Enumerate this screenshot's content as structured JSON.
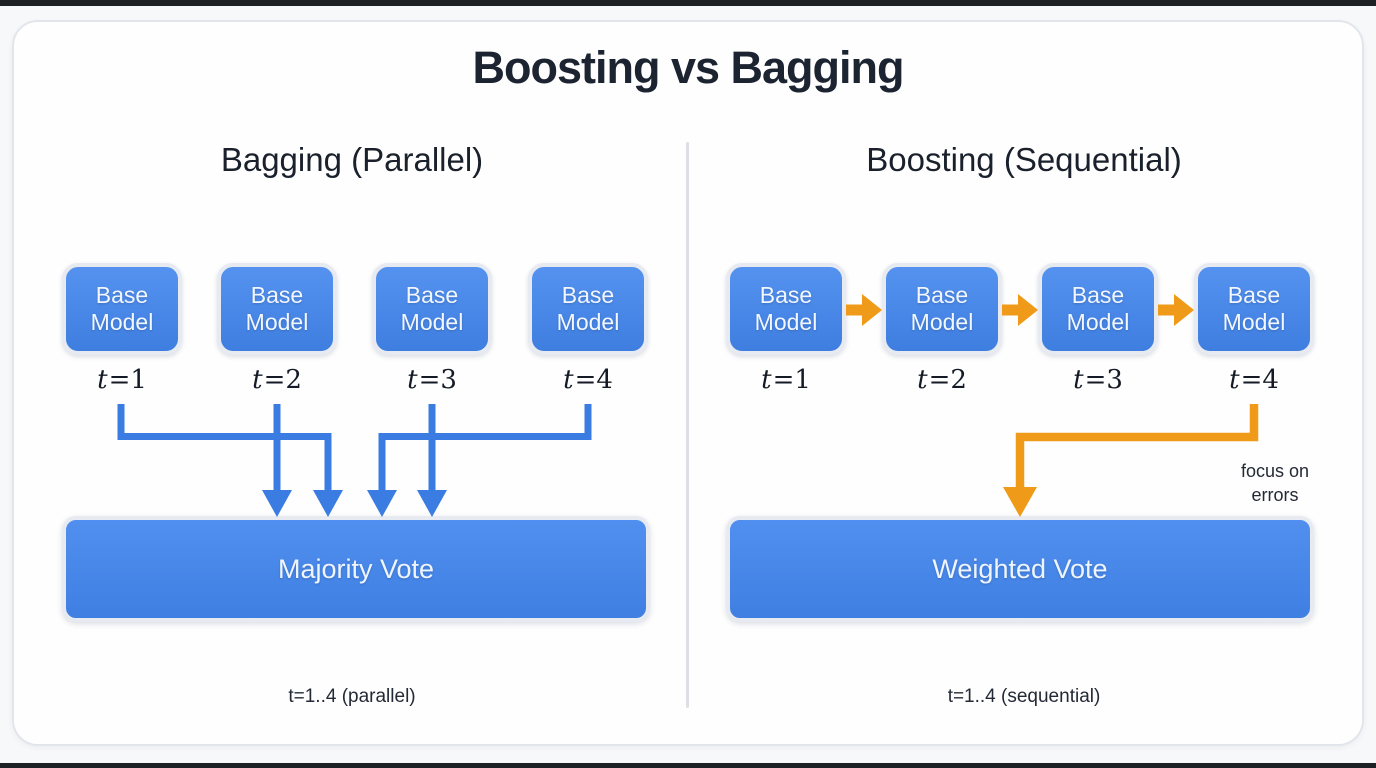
{
  "title": "Boosting vs Bagging",
  "panels": [
    {
      "header": "Bagging (Parallel)",
      "model_label": "Base Model",
      "timesteps": [
        {
          "sym": "t",
          "rest": "=1"
        },
        {
          "sym": "t",
          "rest": "=2"
        },
        {
          "sym": "t",
          "rest": "=3"
        },
        {
          "sym": "t",
          "rest": "=4"
        }
      ],
      "vote_label": "Majority Vote",
      "caption": "t=1..4 (parallel)"
    },
    {
      "header": "Boosting (Sequential)",
      "model_label": "Base Model",
      "timesteps": [
        {
          "sym": "t",
          "rest": "=1"
        },
        {
          "sym": "t",
          "rest": "=2"
        },
        {
          "sym": "t",
          "rest": "=3"
        },
        {
          "sym": "t",
          "rest": "=4"
        }
      ],
      "vote_label": "Weighted Vote",
      "annotation_lines": [
        "focus on",
        "errors"
      ],
      "caption": "t=1..4 (sequential)"
    }
  ],
  "colors": {
    "page_bg": "#f7f8fa",
    "card_bg": "#fefefe",
    "card_border": "#e2e6ec",
    "bar_dark": "#1e2124",
    "title_text": "#1c2431",
    "heading_text": "#1a212c",
    "label_text": "#151b26",
    "caption_text": "#232a36",
    "box_blue": "#4286ee",
    "box_border": "#e7eaf1",
    "box_text": "#f2f7ff",
    "vote_text": "#eef5ff",
    "arrow_blue": "#3a7ce2",
    "arrow_orange": "#f09a1a",
    "divider": "#dcdfe6"
  }
}
